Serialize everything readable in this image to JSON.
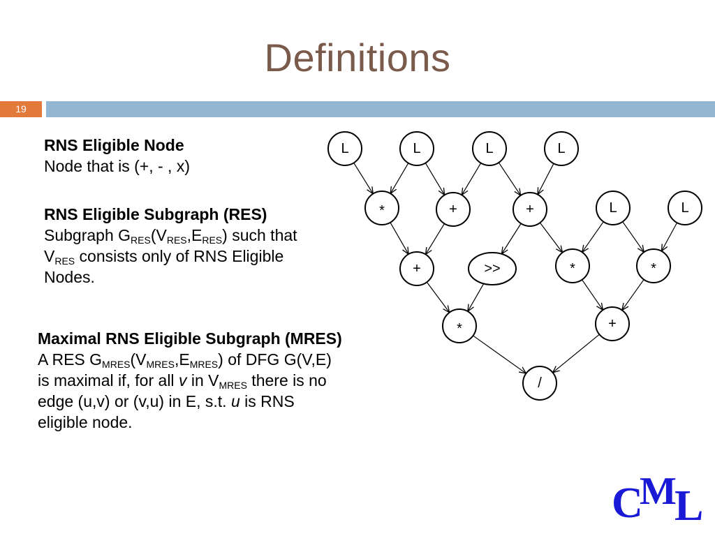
{
  "slide": {
    "title": "Definitions",
    "number": "19"
  },
  "colors": {
    "title": "#7a5a4a",
    "accent_bar": "#e27a3c",
    "header_bar": "#93b6d2",
    "logo": "#1a1ad6"
  },
  "definitions": {
    "node": {
      "heading": "RNS Eligible Node",
      "body": "Node that is (+, - , x)"
    },
    "res": {
      "heading": "RNS Eligible Subgraph (RES)",
      "line1_prefix": "Subgraph G",
      "sub_res_1": "RES",
      "paren_open_v": "(V",
      "sub_res_2": "RES",
      "comma_e": ",E",
      "sub_res_3": "RES",
      "line1_suffix": ") such that",
      "line2_prefix": "V",
      "sub_res_4": "RES",
      "line2_suffix": " consists only of RNS Eligible",
      "line3": "Nodes."
    },
    "mres": {
      "heading": "Maximal RNS Eligible Subgraph (MRES)",
      "line1_prefix": "A RES G",
      "sub_1": "MRES",
      "paren_open_v": "(V",
      "sub_2": "MRES",
      "comma_e": ",E",
      "sub_3": "MRES",
      "line1_suffix": ") of DFG G(V,E)",
      "line2_prefix": "is maximal if, for all ",
      "var_v": "v",
      "line2_mid": " in V",
      "sub_4": "MRES",
      "line2_suffix": " there is no",
      "line3_prefix": "edge (u,v) or (v,u) in E, s.t. ",
      "var_u": "u",
      "line3_suffix": " is RNS",
      "line4": "eligible node."
    }
  },
  "graph": {
    "nodes": [
      {
        "id": "L1",
        "label": "L"
      },
      {
        "id": "L2",
        "label": "L"
      },
      {
        "id": "L3",
        "label": "L"
      },
      {
        "id": "L4",
        "label": "L"
      },
      {
        "id": "mul1",
        "label": "*"
      },
      {
        "id": "add1",
        "label": "+"
      },
      {
        "id": "add2",
        "label": "+"
      },
      {
        "id": "L5",
        "label": "L"
      },
      {
        "id": "L6",
        "label": "L"
      },
      {
        "id": "add3",
        "label": "+"
      },
      {
        "id": "shr",
        "label": ">>"
      },
      {
        "id": "mul2",
        "label": "*"
      },
      {
        "id": "mul3",
        "label": "*"
      },
      {
        "id": "mul4",
        "label": "*"
      },
      {
        "id": "add4",
        "label": "+"
      },
      {
        "id": "div",
        "label": "/"
      }
    ],
    "edges": [
      [
        "L1",
        "mul1"
      ],
      [
        "L2",
        "mul1"
      ],
      [
        "L2",
        "add1"
      ],
      [
        "L3",
        "add1"
      ],
      [
        "L3",
        "add2"
      ],
      [
        "L4",
        "add2"
      ],
      [
        "mul1",
        "add3"
      ],
      [
        "add1",
        "add3"
      ],
      [
        "add2",
        "shr"
      ],
      [
        "add2",
        "mul2"
      ],
      [
        "L5",
        "mul2"
      ],
      [
        "L5",
        "mul3"
      ],
      [
        "L6",
        "mul3"
      ],
      [
        "add3",
        "mul4"
      ],
      [
        "shr",
        "mul4"
      ],
      [
        "mul2",
        "add4"
      ],
      [
        "mul3",
        "add4"
      ],
      [
        "mul4",
        "div"
      ],
      [
        "add4",
        "div"
      ]
    ]
  },
  "logo": {
    "c": "C",
    "m": "M",
    "l": "L"
  }
}
